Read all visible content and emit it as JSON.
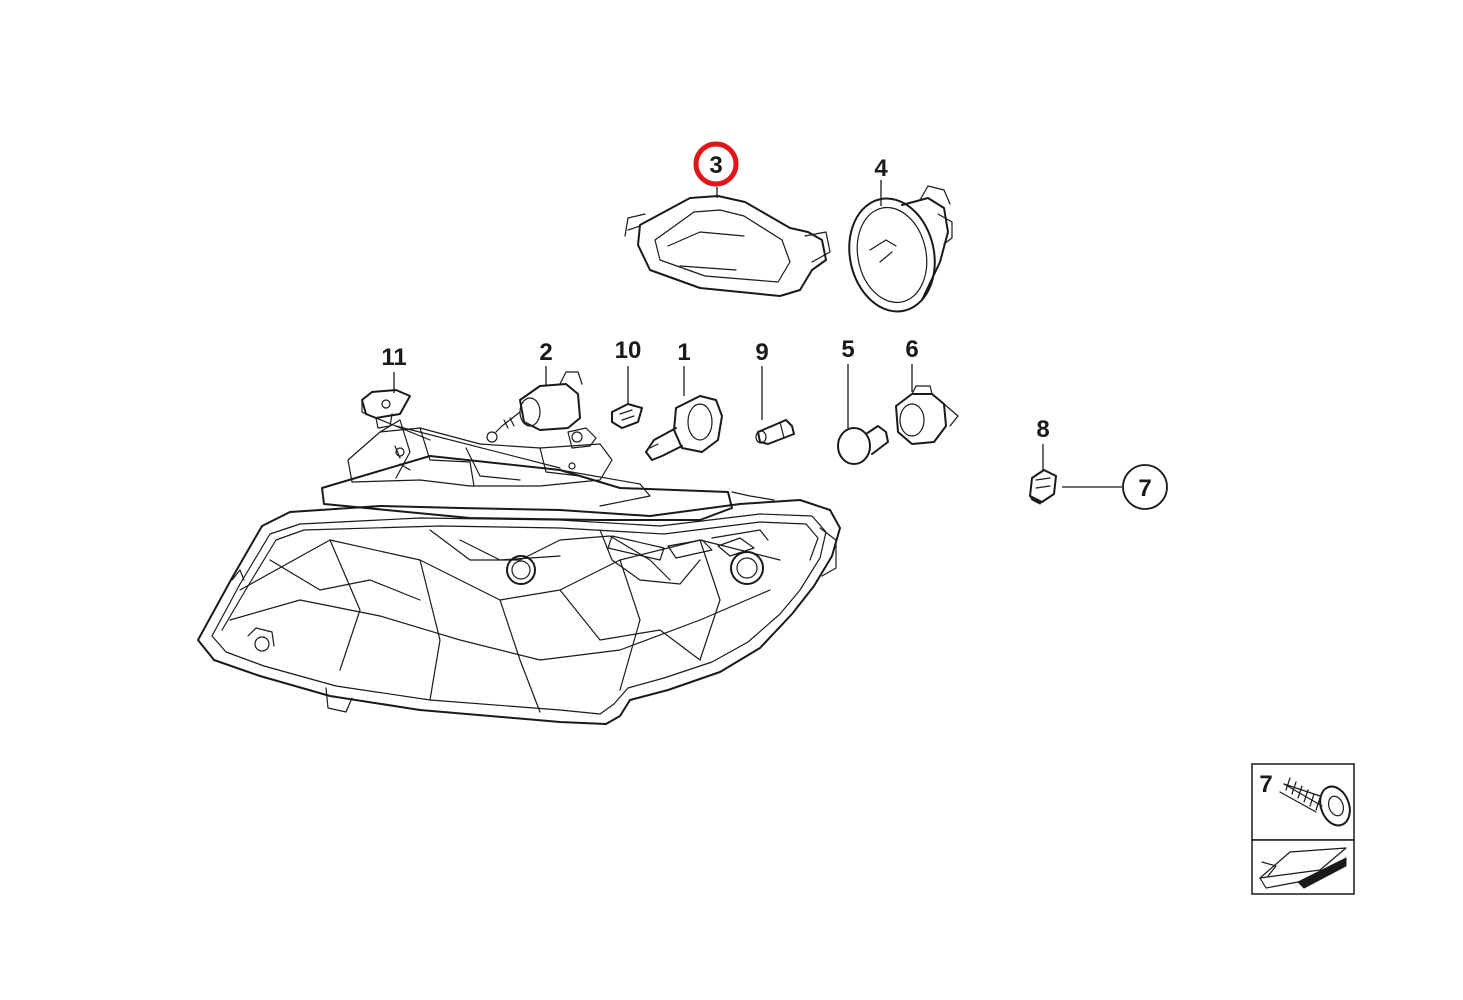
{
  "callouts": {
    "c1": "1",
    "c2": "2",
    "c3": "3",
    "c4": "4",
    "c5": "5",
    "c6": "6",
    "c7": "7",
    "c8": "8",
    "c9": "9",
    "c10": "10",
    "c11": "11"
  },
  "legend": {
    "screw_label": "7"
  },
  "colors": {
    "highlight": "#e0161b",
    "line": "#1a1a1a",
    "background": "#ffffff"
  },
  "highlighted_callout": "3"
}
